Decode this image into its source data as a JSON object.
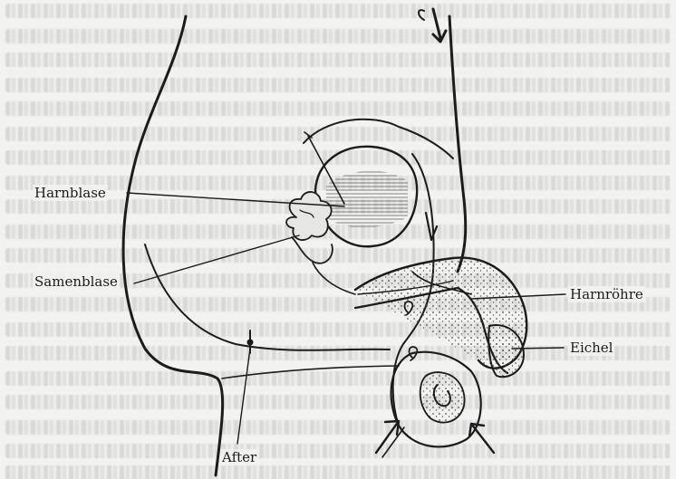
{
  "labels": {
    "harnblase": "Harnblase",
    "samenblase": "Samenblase",
    "harnroehre": "Harnröhre",
    "eichel": "Eichel",
    "after": "After"
  },
  "colors": {
    "ink": "#1c1c1c",
    "paper": "#f2f2f0",
    "stipple": "#555555"
  }
}
